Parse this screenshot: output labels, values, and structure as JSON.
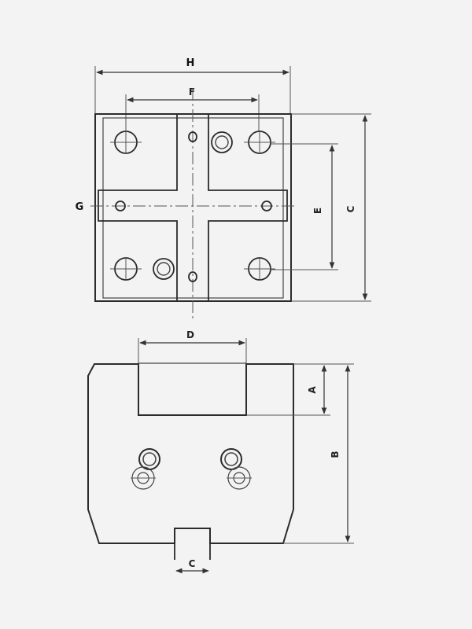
{
  "labels": {
    "H": "H",
    "F": "F",
    "G": "G",
    "E": "E",
    "C_top": "C",
    "D": "D",
    "A": "A",
    "B": "B",
    "C_bottom": "C"
  }
}
